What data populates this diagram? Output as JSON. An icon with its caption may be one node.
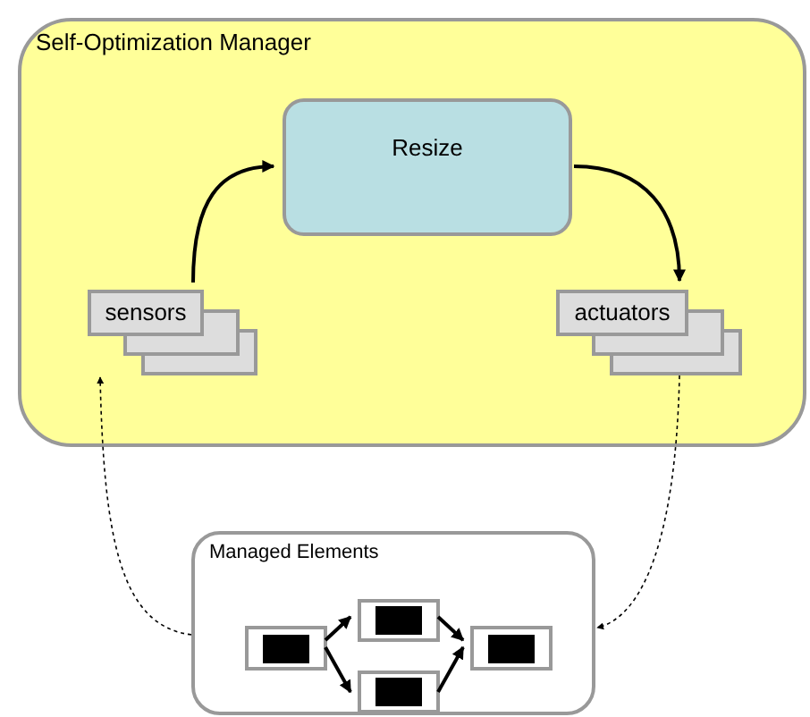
{
  "diagram": {
    "nodes": [
      {
        "text": [
          "Self-Optimization Manager"
        ]
      },
      {
        "text": [
          "Resize"
        ],
        "in": 0
      },
      {
        "text": [
          "sensors"
        ],
        "in": 0
      },
      {
        "text": [
          "actuators"
        ],
        "in": 0
      },
      {
        "text": [
          "Managed Elements"
        ]
      },
      {
        "text": [],
        "shape": "box",
        "in": 4
      },
      {
        "text": [],
        "shape": "box",
        "in": 4
      },
      {
        "text": [],
        "shape": "box",
        "in": 4
      },
      {
        "text": [],
        "shape": "box",
        "in": 4
      }
    ],
    "edges": [
      {
        "from": 2,
        "to": 1,
        "arrow": "to"
      },
      {
        "from": 1,
        "to": 3,
        "arrow": "to"
      },
      {
        "from": 4,
        "to": 2,
        "arrow": "to",
        "style": "dashed"
      },
      {
        "from": 3,
        "to": 4,
        "arrow": "to",
        "style": "dashed"
      },
      {
        "from": 5,
        "to": 6,
        "arrow": "to"
      },
      {
        "from": 5,
        "to": 7,
        "arrow": "to"
      },
      {
        "from": 6,
        "to": 8,
        "arrow": "to"
      },
      {
        "from": 7,
        "to": 8,
        "arrow": "to"
      }
    ]
  }
}
